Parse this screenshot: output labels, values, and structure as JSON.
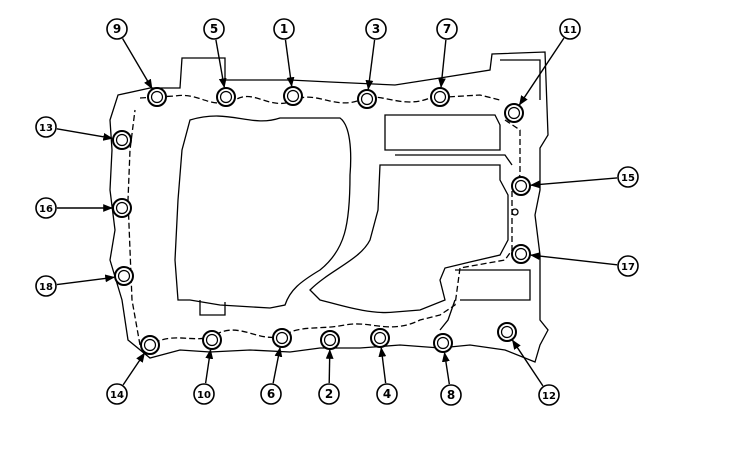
{
  "diagram": {
    "callouts": [
      {
        "id": "1",
        "label": "1"
      },
      {
        "id": "2",
        "label": "2"
      },
      {
        "id": "3",
        "label": "3"
      },
      {
        "id": "4",
        "label": "4"
      },
      {
        "id": "5",
        "label": "5"
      },
      {
        "id": "6",
        "label": "6"
      },
      {
        "id": "7",
        "label": "7"
      },
      {
        "id": "8",
        "label": "8"
      },
      {
        "id": "9",
        "label": "9"
      },
      {
        "id": "10",
        "label": "10"
      },
      {
        "id": "11",
        "label": "11"
      },
      {
        "id": "12",
        "label": "12"
      },
      {
        "id": "13",
        "label": "13"
      },
      {
        "id": "14",
        "label": "14"
      },
      {
        "id": "15",
        "label": "15"
      },
      {
        "id": "16",
        "label": "16"
      },
      {
        "id": "17",
        "label": "17"
      },
      {
        "id": "18",
        "label": "18"
      }
    ]
  },
  "colors": {
    "line": "#000000",
    "background": "#ffffff"
  }
}
